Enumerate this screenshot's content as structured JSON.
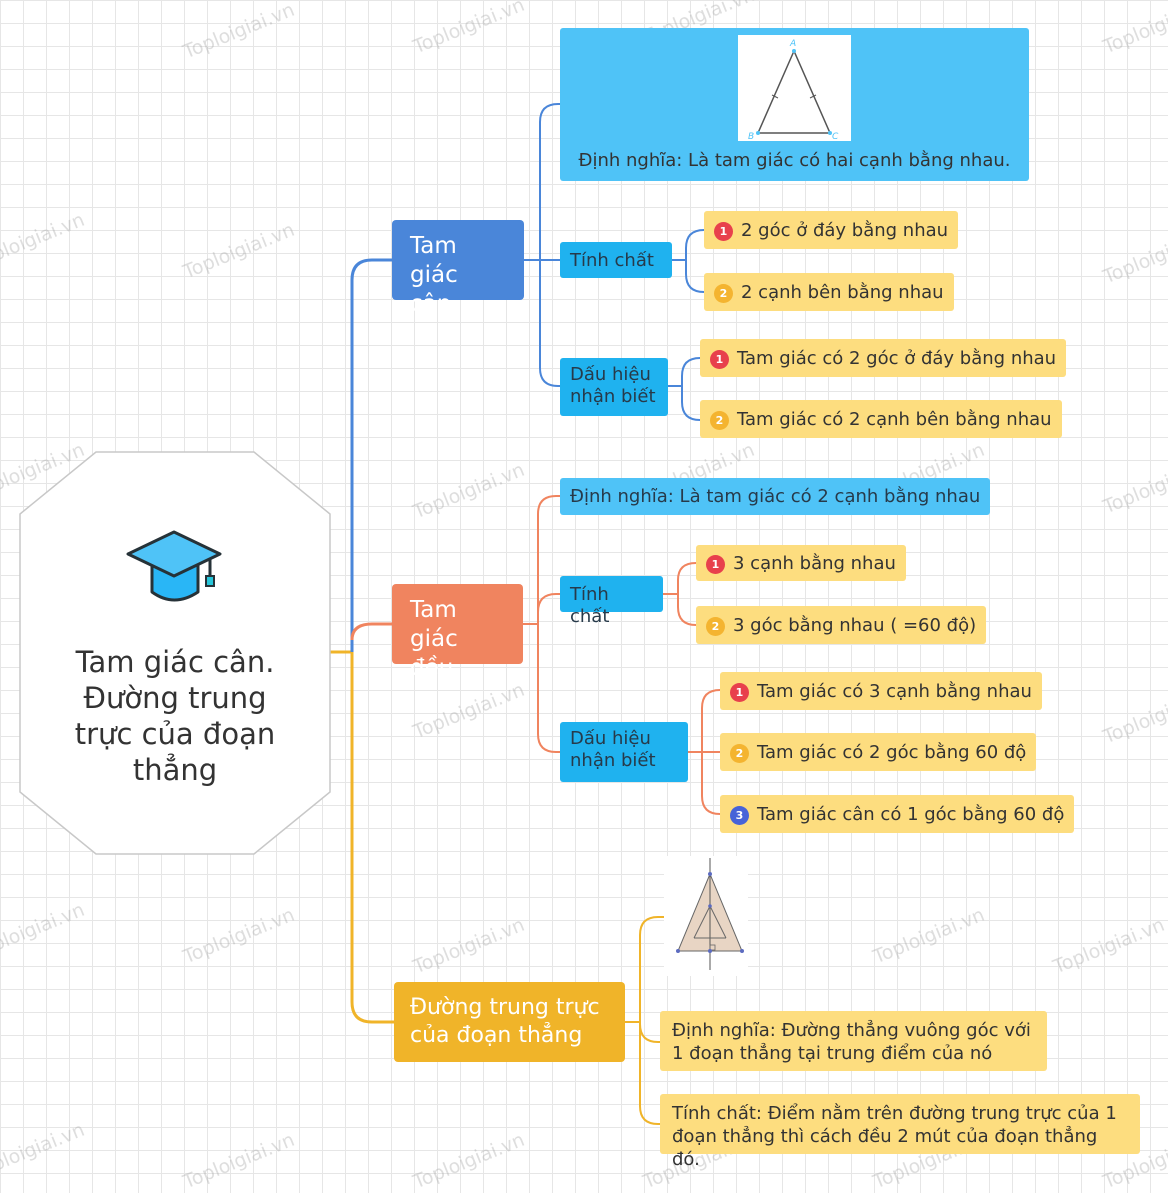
{
  "watermark": "Toploigiai.vn",
  "root": {
    "title": "Tam giác cân. Đường trung trực của đoạn thẳng",
    "icon": "graduation-cap-icon"
  },
  "colors": {
    "blue": "#4a86d9",
    "orange": "#f0845f",
    "yellow": "#f0b429",
    "sub": "#1fb2ef",
    "leaf": "#fddd7f"
  },
  "branch1": {
    "title": "Tam giác cân",
    "definition": "Định nghĩa: Là tam giác có hai cạnh bằng nhau.",
    "figure_labels": {
      "a": "A",
      "b": "B",
      "c": "C"
    },
    "properties": {
      "label": "Tính chất",
      "items": [
        {
          "n": "1",
          "text": "2 góc ở đáy bằng nhau"
        },
        {
          "n": "2",
          "text": "2 cạnh bên bằng nhau"
        }
      ]
    },
    "signs": {
      "label": "Dấu hiệu nhận biết",
      "items": [
        {
          "n": "1",
          "text": "Tam giác có 2 góc ở đáy bằng nhau"
        },
        {
          "n": "2",
          "text": "Tam giác có 2 cạnh bên bằng nhau"
        }
      ]
    }
  },
  "branch2": {
    "title": "Tam giác đều",
    "definition": "Định nghĩa: Là tam giác có 2 cạnh bằng nhau",
    "properties": {
      "label": "Tính chất",
      "items": [
        {
          "n": "1",
          "text": "3 cạnh bằng nhau"
        },
        {
          "n": "2",
          "text": "3 góc bằng nhau ( =60 độ)"
        }
      ]
    },
    "signs": {
      "label": "Dấu hiệu nhận biết",
      "items": [
        {
          "n": "1",
          "text": "Tam giác có 3 cạnh bằng nhau"
        },
        {
          "n": "2",
          "text": "Tam giác có 2 góc bằng 60 độ"
        },
        {
          "n": "3",
          "text": "Tam giác cân có 1 góc bằng 60 độ"
        }
      ]
    }
  },
  "branch3": {
    "title": "Đường trung trực của đoạn thẳng",
    "definition": "Định nghĩa: Đường thẳng vuông góc với 1 đoạn thẳng tại trung điểm của nó",
    "property": "Tính chất: Điểm nằm trên đường trung trực của 1 đoạn thẳng thì cách đều 2 mút của đoạn thẳng đó."
  }
}
